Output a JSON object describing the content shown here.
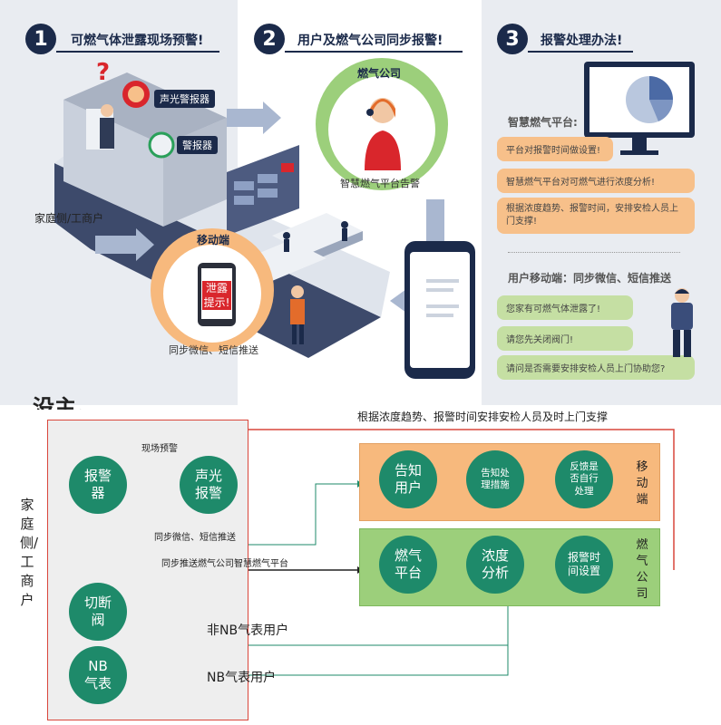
{
  "top": {
    "step1": {
      "num": "1",
      "title": "可燃气体泄露现场预警!"
    },
    "step2": {
      "num": "2",
      "title": "用户及燃气公司同步报警!"
    },
    "step3": {
      "num": "3",
      "title": "报警处理办法!"
    },
    "tag_alarm_light": "声光警报器",
    "tag_alarm": "警报器",
    "home_side_label": "家庭侧/工商户",
    "gas_company_bubble": "燃气公司",
    "platform_alarm": "智慧燃气平台告警",
    "mobile_bubble": "移动端",
    "leak_prompt": "泄露提示!",
    "sync_push": "同步微信、短信推送",
    "platform_heading": "智慧燃气平台:",
    "platform_msgs": [
      "平台对报警时间做设置!",
      "智慧燃气平台对可燃气进行浓度分析!",
      "根据浓度趋势、报警时间，安排安检人员上门支撑!"
    ],
    "mobile_heading": "用户移动端：同步微信、短信推送",
    "mobile_msgs": [
      "您家有可燃气体泄露了!",
      "请您先关闭阀门!",
      "请问是否需要安排安检人员上门协助您?"
    ],
    "cut_text": "没主。"
  },
  "bottom": {
    "top_arrow_label": "根据浓度趋势、报警时间安排安检人员及时上门支撑",
    "left_group_label": "家庭侧/工商户",
    "alarm": "报警器",
    "sound_light": "声光报警",
    "onsite_warning": "现场预警",
    "sync_push": "同步微信、短信推送",
    "sync_platform": "同步推送燃气公司智慧燃气平台",
    "valve": "切断阀",
    "nb_meter": "NB气表",
    "non_nb_user": "非NB气表用户",
    "nb_user": "NB气表用户",
    "mobile_group": {
      "label": "移动端",
      "nodes": [
        "告知用户",
        "告知处理措施",
        "反馈是否自行处理"
      ]
    },
    "gas_group": {
      "label": "燃气公司",
      "nodes": [
        "燃气平台",
        "浓度分析",
        "报警时间设置"
      ]
    }
  }
}
